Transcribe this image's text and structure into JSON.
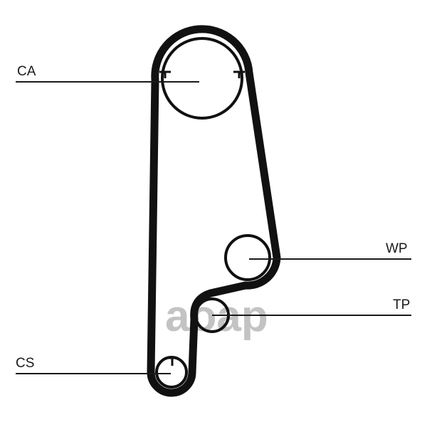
{
  "diagram": {
    "labels": {
      "camshaft": "CA",
      "water_pump": "WP",
      "tensioner": "TP",
      "crankshaft": "CS"
    },
    "watermark": "aoap",
    "colors": {
      "belt": "#111111",
      "line": "#1a1a1a",
      "watermark": "#b5b5b5"
    }
  }
}
